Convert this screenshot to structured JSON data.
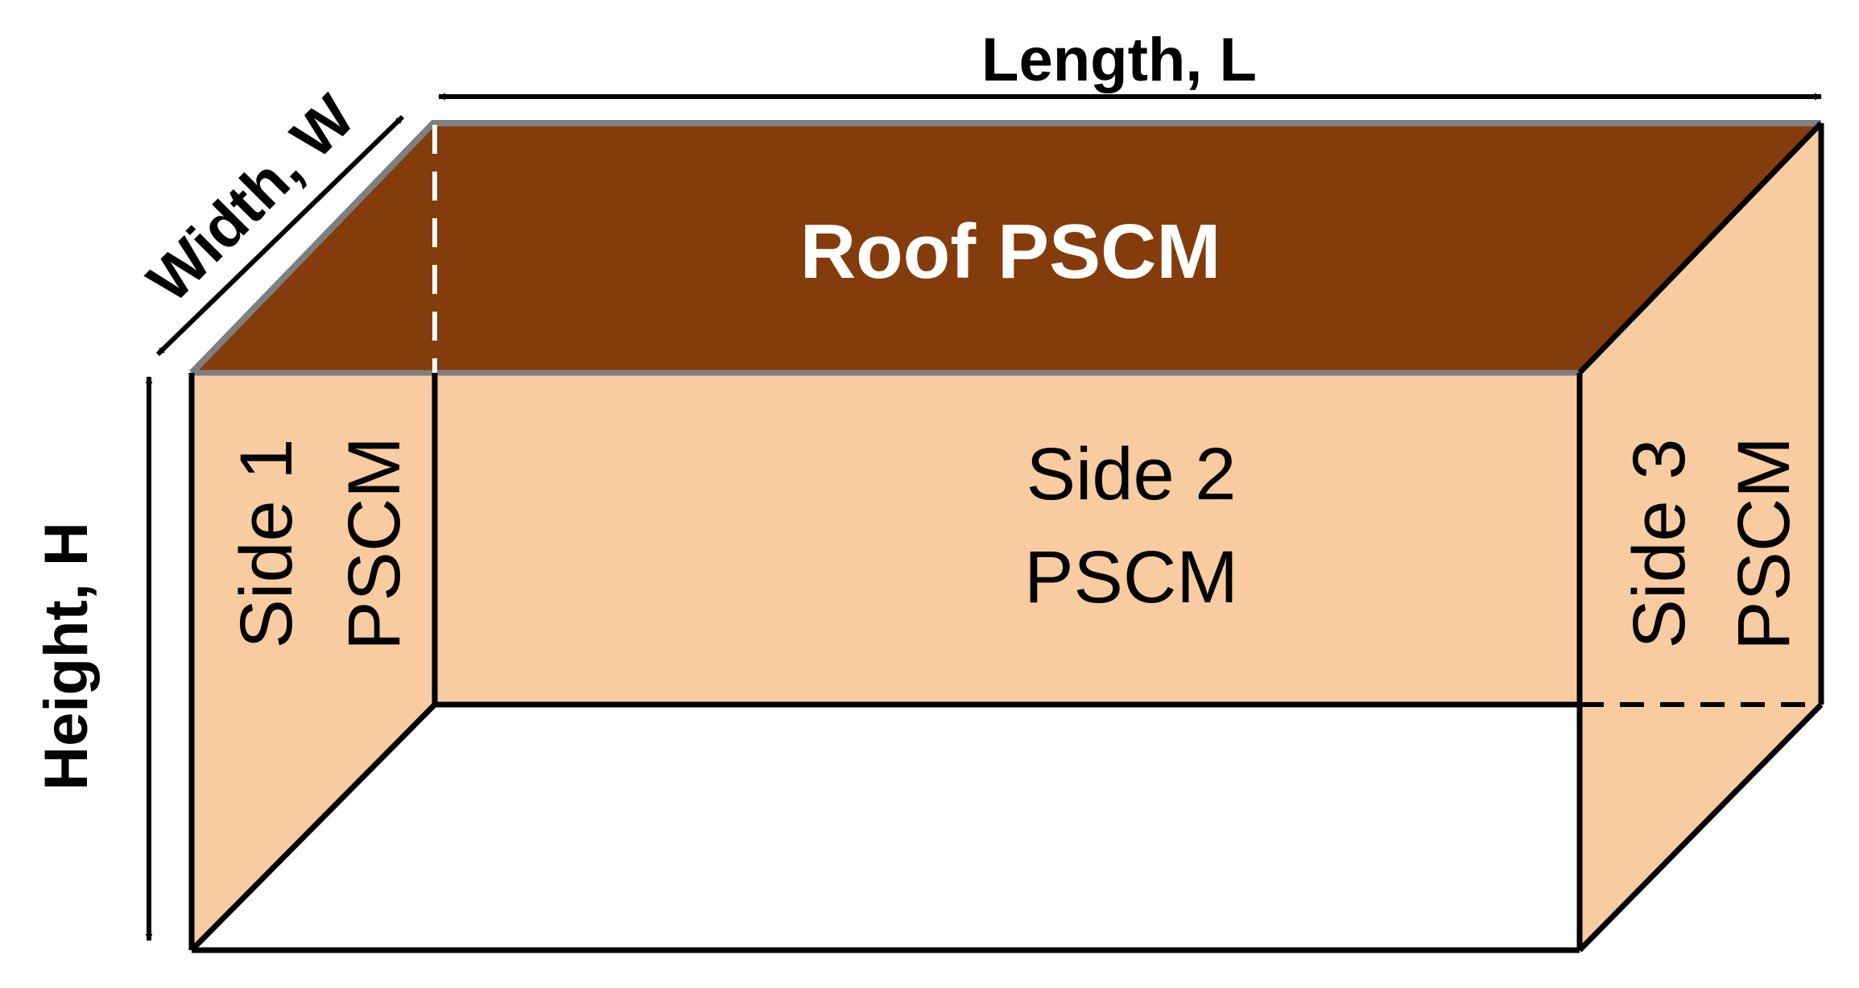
{
  "colors": {
    "roof_fill": "#843c0c",
    "side_fill": "#f8cba0",
    "edge": "#000000",
    "roof_edge": "#7f7f7f",
    "roof_text": "#ffffff"
  },
  "labels": {
    "length": "Length, L",
    "width": "Width, W",
    "height": "Height, H",
    "roof": "Roof PSCM",
    "side1": {
      "line1": "Side 1",
      "line2": "PSCM"
    },
    "side2": {
      "line1": "Side 2",
      "line2": "PSCM"
    },
    "side3": {
      "line1": "Side 3",
      "line2": "PSCM"
    }
  }
}
